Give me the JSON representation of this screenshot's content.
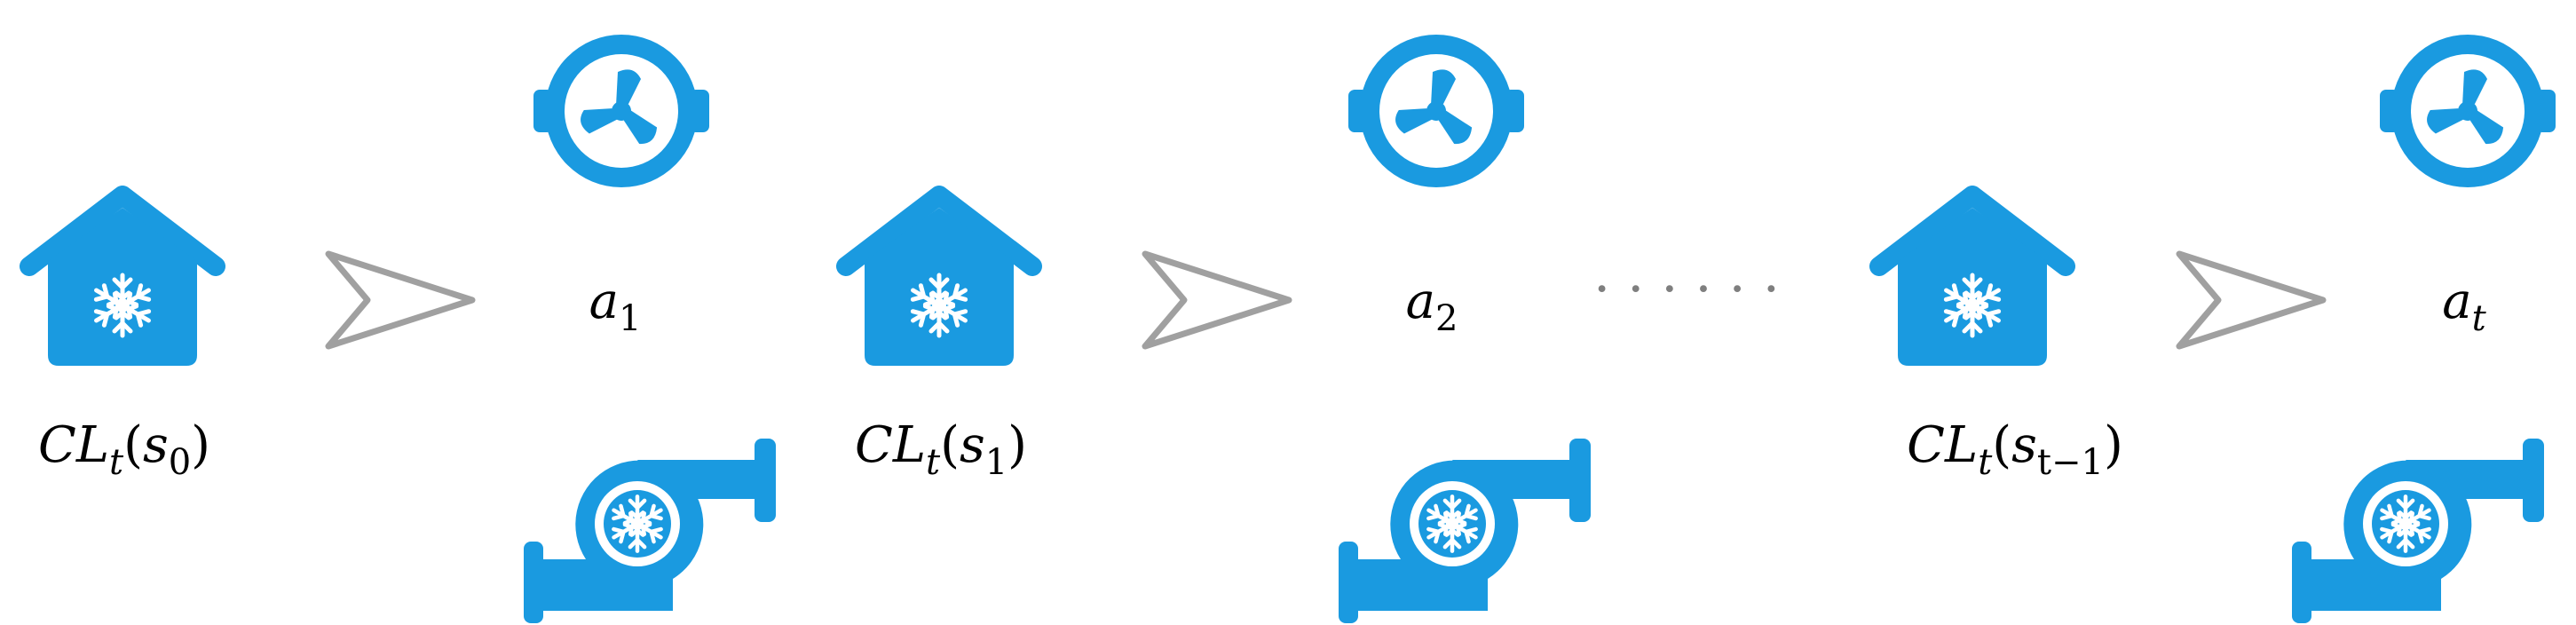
{
  "colors": {
    "icon_blue": "#1A9AE0",
    "arrow_gray": "#A0A0A0",
    "dots_gray": "#7F7F7F",
    "text": "#000000"
  },
  "icons": {
    "house": "house-snowflake-icon",
    "fan": "fan-icon",
    "blower": "blower-snowflake-icon",
    "arrow": "arrow-right-icon"
  },
  "stages": [
    {
      "state_label": {
        "base": "CL",
        "sub": "t",
        "arg": "s",
        "arg_sub": "0"
      },
      "action_label": {
        "base": "a",
        "sub": "1"
      }
    },
    {
      "state_label": {
        "base": "CL",
        "sub": "t",
        "arg": "s",
        "arg_sub": "1"
      },
      "action_label": {
        "base": "a",
        "sub": "2"
      }
    },
    {
      "state_label": {
        "base": "CL",
        "sub": "t",
        "arg": "s",
        "arg_sub": "t−1"
      },
      "action_label": {
        "base": "a",
        "sub": "t"
      }
    }
  ],
  "ellipsis": "· · · · · ·"
}
